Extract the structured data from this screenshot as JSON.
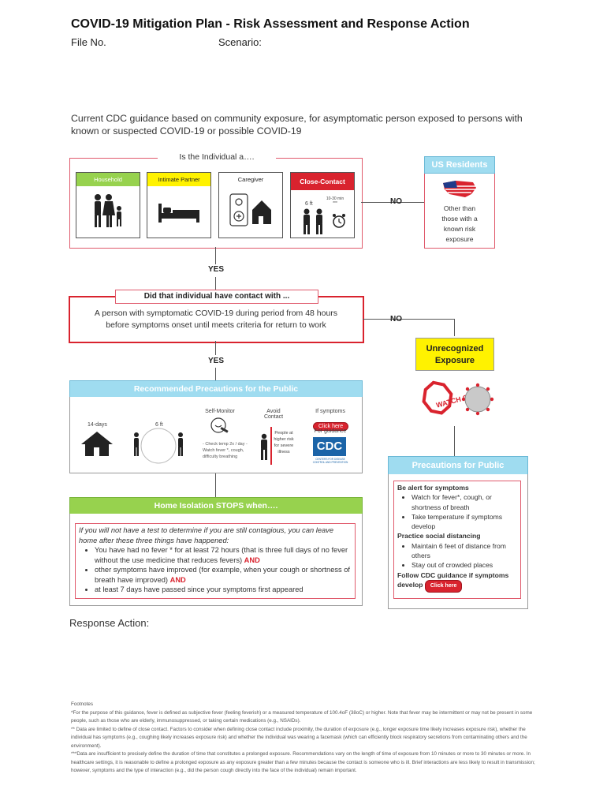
{
  "header": {
    "title": "COVID-19 Mitigation Plan - Risk Assessment and Response Action",
    "file_no_label": "File No.",
    "scenario_label": "Scenario:"
  },
  "intro": "Current CDC guidance based on community exposure, for asymptomatic person exposed to persons with known or suspected COVID-19 or possible COVID-19",
  "individual": {
    "heading": "Is the Individual a….",
    "tiles": [
      {
        "label": "Household",
        "color": "#97d24e"
      },
      {
        "label": "Intimate Partner",
        "color": "#fff200"
      },
      {
        "label": "Caregiver",
        "color": "#ffffff"
      },
      {
        "label": "Close-Contact",
        "color": "#d9232e"
      }
    ],
    "close_contact_distance": "6 ft",
    "close_contact_time": "10-30 min ***"
  },
  "us_residents": {
    "heading": "US Residents",
    "text": "Other than those with a known risk exposure"
  },
  "flow": {
    "no_1": "NO",
    "yes_1": "YES",
    "no_2": "NO",
    "yes_2": "YES"
  },
  "contact": {
    "heading": "Did that individual have contact with ...",
    "text": "A person with symptomatic COVID-19 during period from 48 hours before symptoms onset until meets criteria for return to work"
  },
  "unrecognized": {
    "text": "Unrecognized Exposure",
    "sign_text": "WATCH OUT"
  },
  "precautions_public": {
    "heading": "Recommended Precautions for the Public",
    "days": "14-days",
    "distance": "6 ft",
    "self_monitor": "Self-Monitor",
    "self_monitor_detail": "- Check temp 2x / day - Watch fever *, cough, difficulty breathing",
    "avoid_contact": "Avoid Contact",
    "higher_risk": "People at higher risk for severe illness",
    "if_symptoms": "If symptoms",
    "click_here": "Click here",
    "for_guidance": "For guidance",
    "cdc_logo": "CDC",
    "cdc_subtitle": "CENTERS FOR DISEASE CONTROL AND PREVENTION"
  },
  "home_isolation": {
    "heading": "Home Isolation STOPS when….",
    "intro": "If you will not have a test to determine if you are still contagious, you can leave home after these three things have happened:",
    "items": [
      {
        "text": "You have had no fever * for at least 72 hours (that is three full days of no fever without the use medicine that reduces fevers)",
        "suffix": "AND"
      },
      {
        "text": "other symptoms have improved (for example, when your cough or shortness of breath have improved)",
        "suffix": "AND"
      },
      {
        "text": "at least 7 days have passed since your symptoms first appeared",
        "suffix": ""
      }
    ]
  },
  "precautions_right": {
    "heading": "Precautions for Public",
    "alert": "Be alert for symptoms",
    "alert_items": [
      "Watch for fever*, cough, or shortness of breath",
      "Take temperature if symptoms develop"
    ],
    "distancing": "Practice social distancing",
    "distancing_items": [
      "Maintain 6 feet of distance from others",
      "Stay out of crowded places"
    ],
    "follow": "Follow CDC guidance if symptoms develop",
    "click_here": "Click here"
  },
  "response_action": "Response Action:",
  "footnotes": {
    "heading": "Footnotes",
    "f1": "*For the purpose of this guidance, fever is defined as subjective fever (feeling feverish) or a measured temperature of 100.4oF (38oC) or higher. Note that fever may be intermittent or may not be present in some people, such as those who are elderly, immunosuppressed, or taking certain medications (e.g., NSAIDs).",
    "f2": "** Data are limited to define of close contact. Factors to consider when defining close contact include proximity, the duration of exposure (e.g., longer exposure time likely increases exposure risk), whether the individual has symptoms (e.g., coughing likely increases exposure risk) and whether the individual was wearing a facemask (which can efficiently block respiratory secretions from contaminating others and the environment).",
    "f3": "***Data are insufficient to precisely define the duration of time that constitutes a prolonged exposure. Recommendations vary on the length of time of exposure from 10 minutes or more to 30 minutes or more. In healthcare settings, it is reasonable to define a prolonged exposure as any exposure greater than a few minutes because the contact is someone who is ill. Brief interactions are less likely to result in transmission; however, symptoms and the type of interaction (e.g., did the person cough directly into the face of the individual) remain important."
  },
  "colors": {
    "red": "#d9232e",
    "green": "#97d24e",
    "blue": "#9fdcf0",
    "yellow": "#fff200"
  }
}
